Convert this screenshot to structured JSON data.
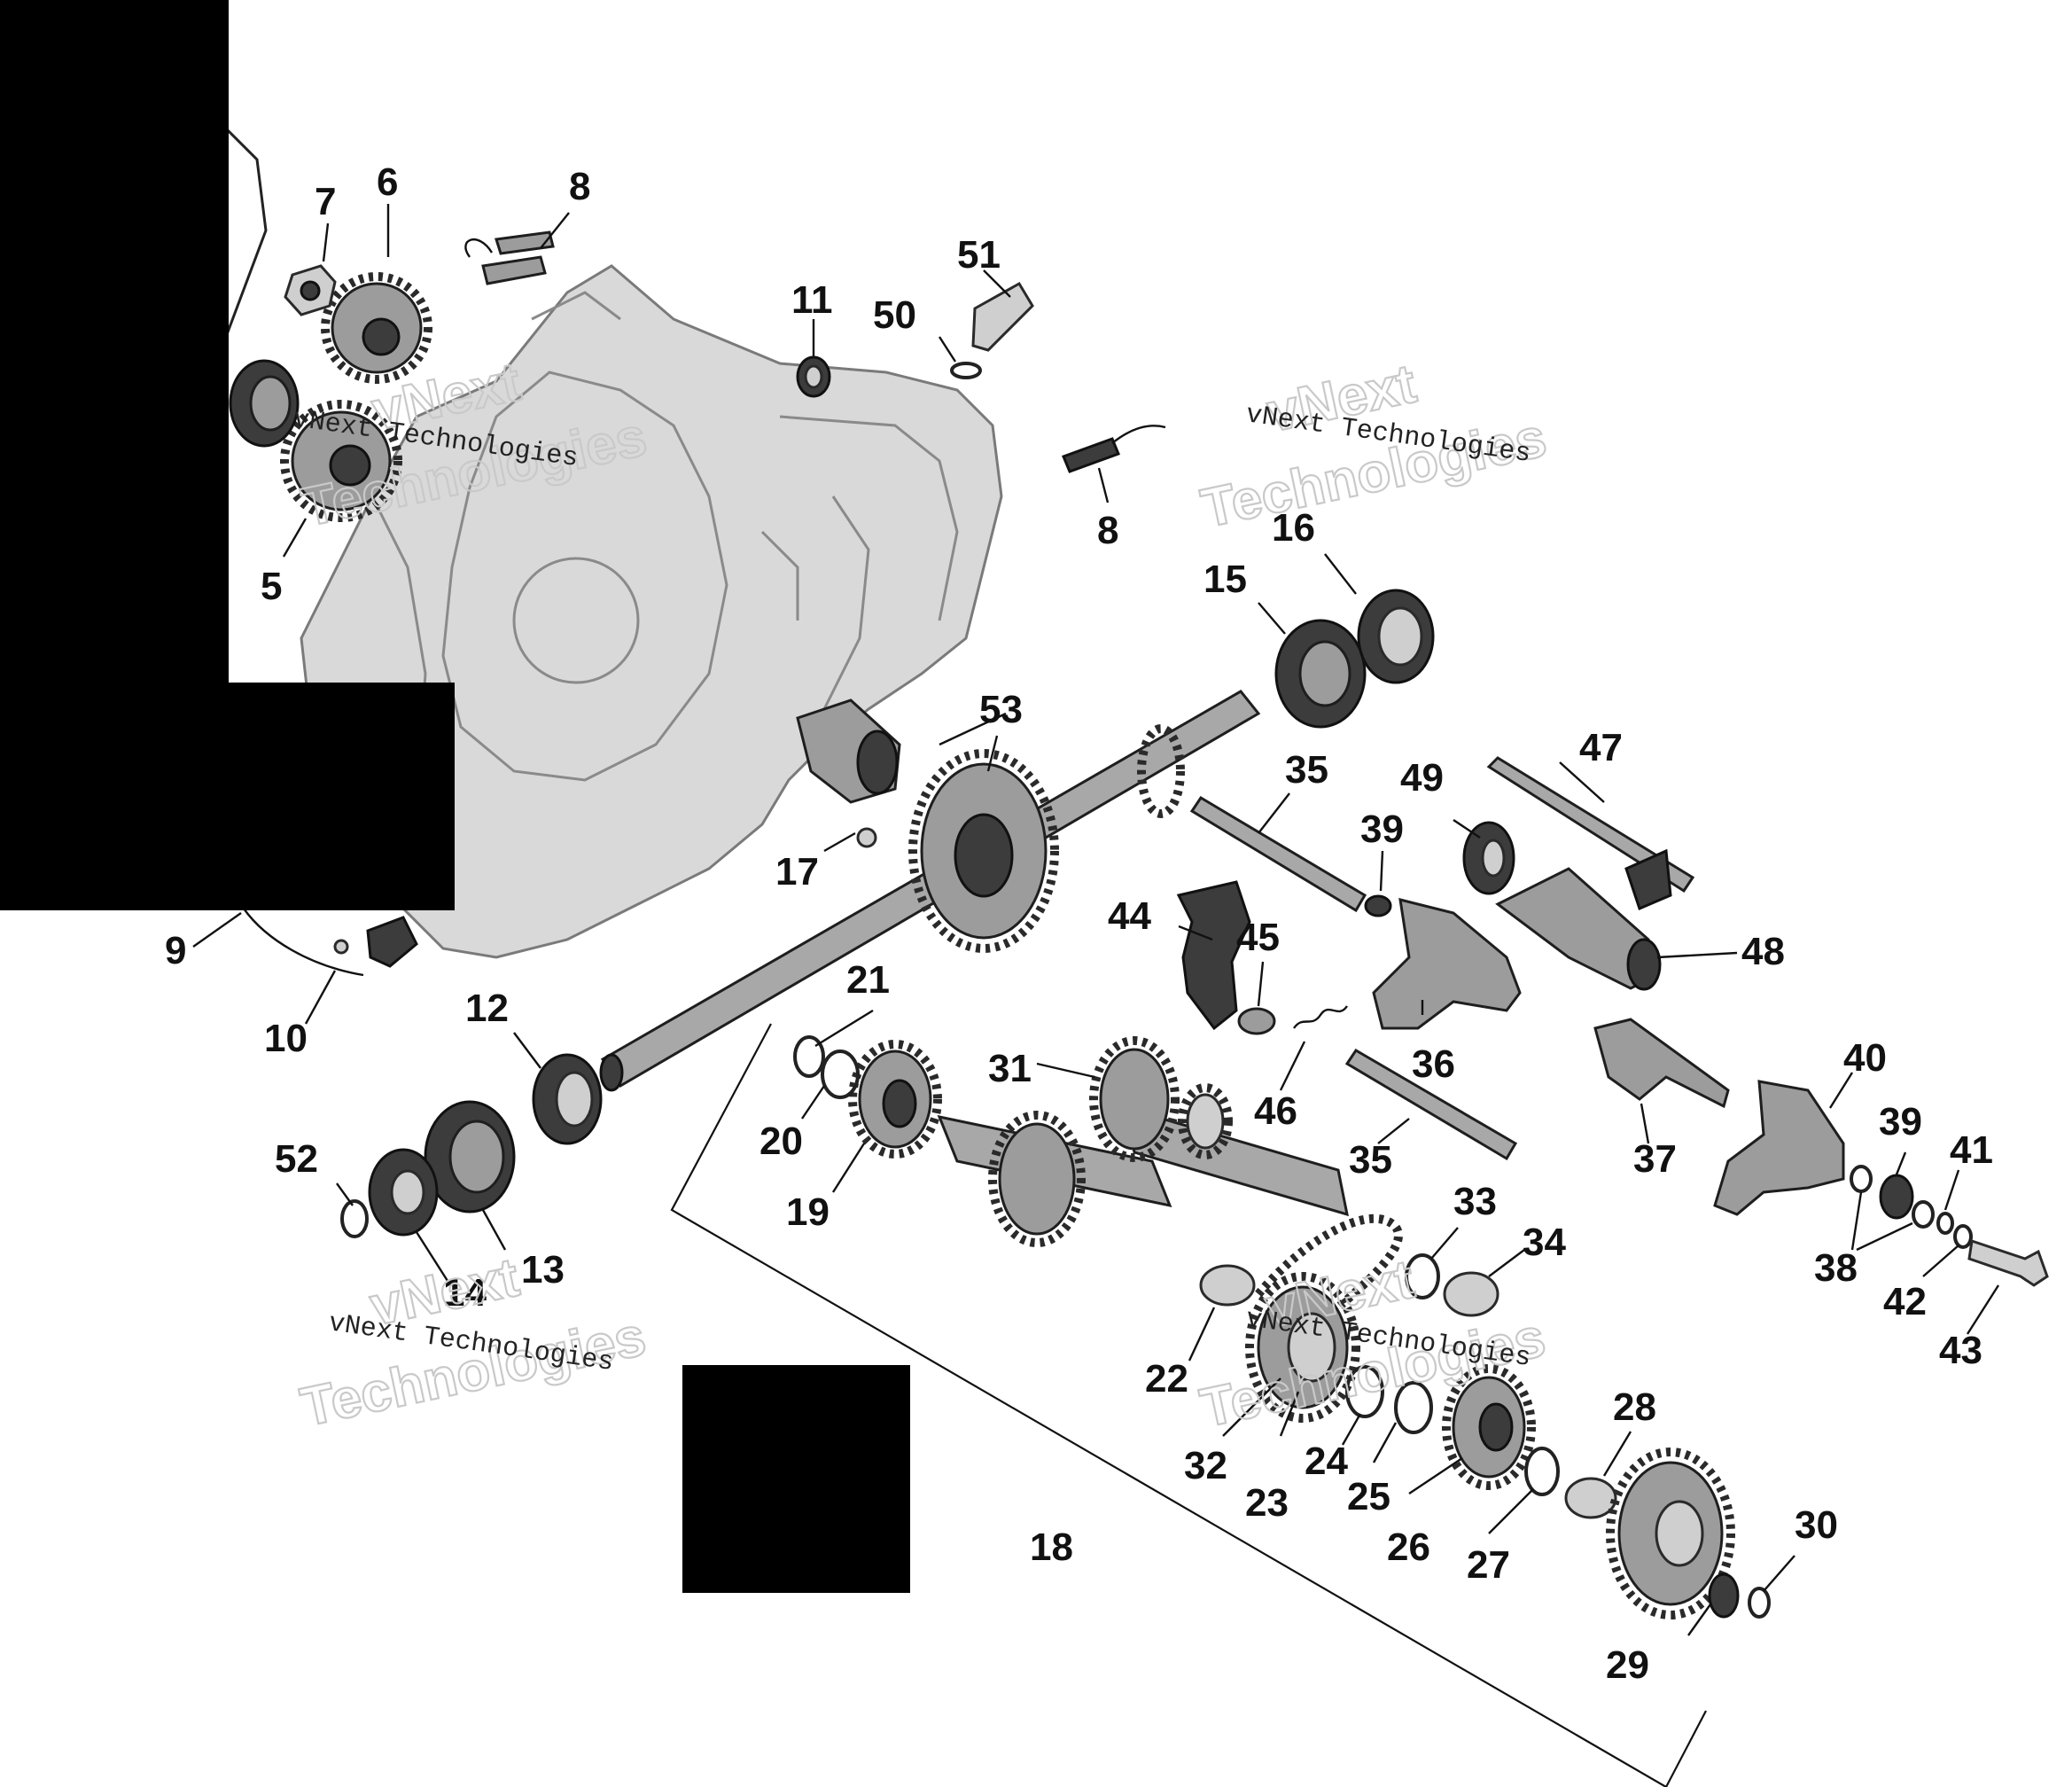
{
  "watermark": {
    "line1": "vNext",
    "line2": "Technologies",
    "caption": "vNext Technologies"
  },
  "callouts": {
    "c5": "5",
    "c6": "6",
    "c7": "7",
    "c8a": "8",
    "c8b": "8",
    "c9": "9",
    "c10": "10",
    "c11": "11",
    "c12": "12",
    "c13": "13",
    "c14": "14",
    "c15": "15",
    "c16": "16",
    "c17": "17",
    "c18": "18",
    "c19": "19",
    "c20": "20",
    "c21": "21",
    "c22": "22",
    "c23": "23",
    "c24": "24",
    "c25": "25",
    "c26": "26",
    "c27": "27",
    "c28": "28",
    "c29": "29",
    "c30": "30",
    "c31": "31",
    "c32": "32",
    "c33": "33",
    "c34": "34",
    "c35a": "35",
    "c35b": "35",
    "c36": "36",
    "c37": "37",
    "c38": "38",
    "c39a": "39",
    "c39b": "39",
    "c40": "40",
    "c41": "41",
    "c42": "42",
    "c43": "43",
    "c44": "44",
    "c45": "45",
    "c46": "46",
    "c47": "47",
    "c48": "48",
    "c49": "49",
    "c50": "50",
    "c51": "51",
    "c52": "52",
    "c53": "53"
  }
}
